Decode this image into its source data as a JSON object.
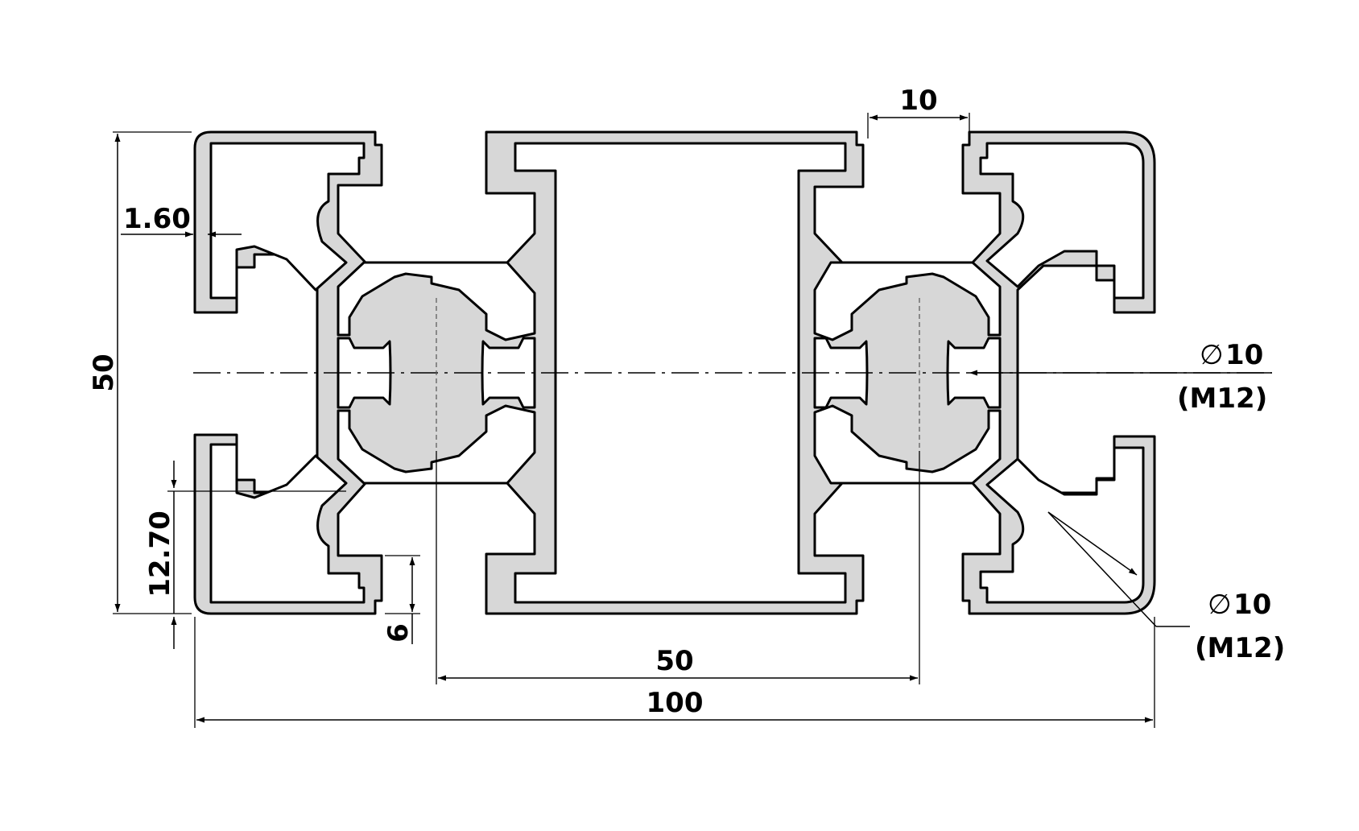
{
  "drawing": {
    "dimensions": {
      "height": "50",
      "width_total": "100",
      "slot_pitch": "50",
      "slot_opening": "10",
      "wall_thickness": "1.60",
      "slot_depth": "12.70",
      "lip": "6"
    },
    "callouts": {
      "core_bore_symbol": "∅",
      "core_bore_value": "10",
      "core_bore_thread": "(M12)",
      "corner_bore_symbol": "∅",
      "corner_bore_value": "10",
      "corner_bore_thread": "(M12)"
    }
  }
}
